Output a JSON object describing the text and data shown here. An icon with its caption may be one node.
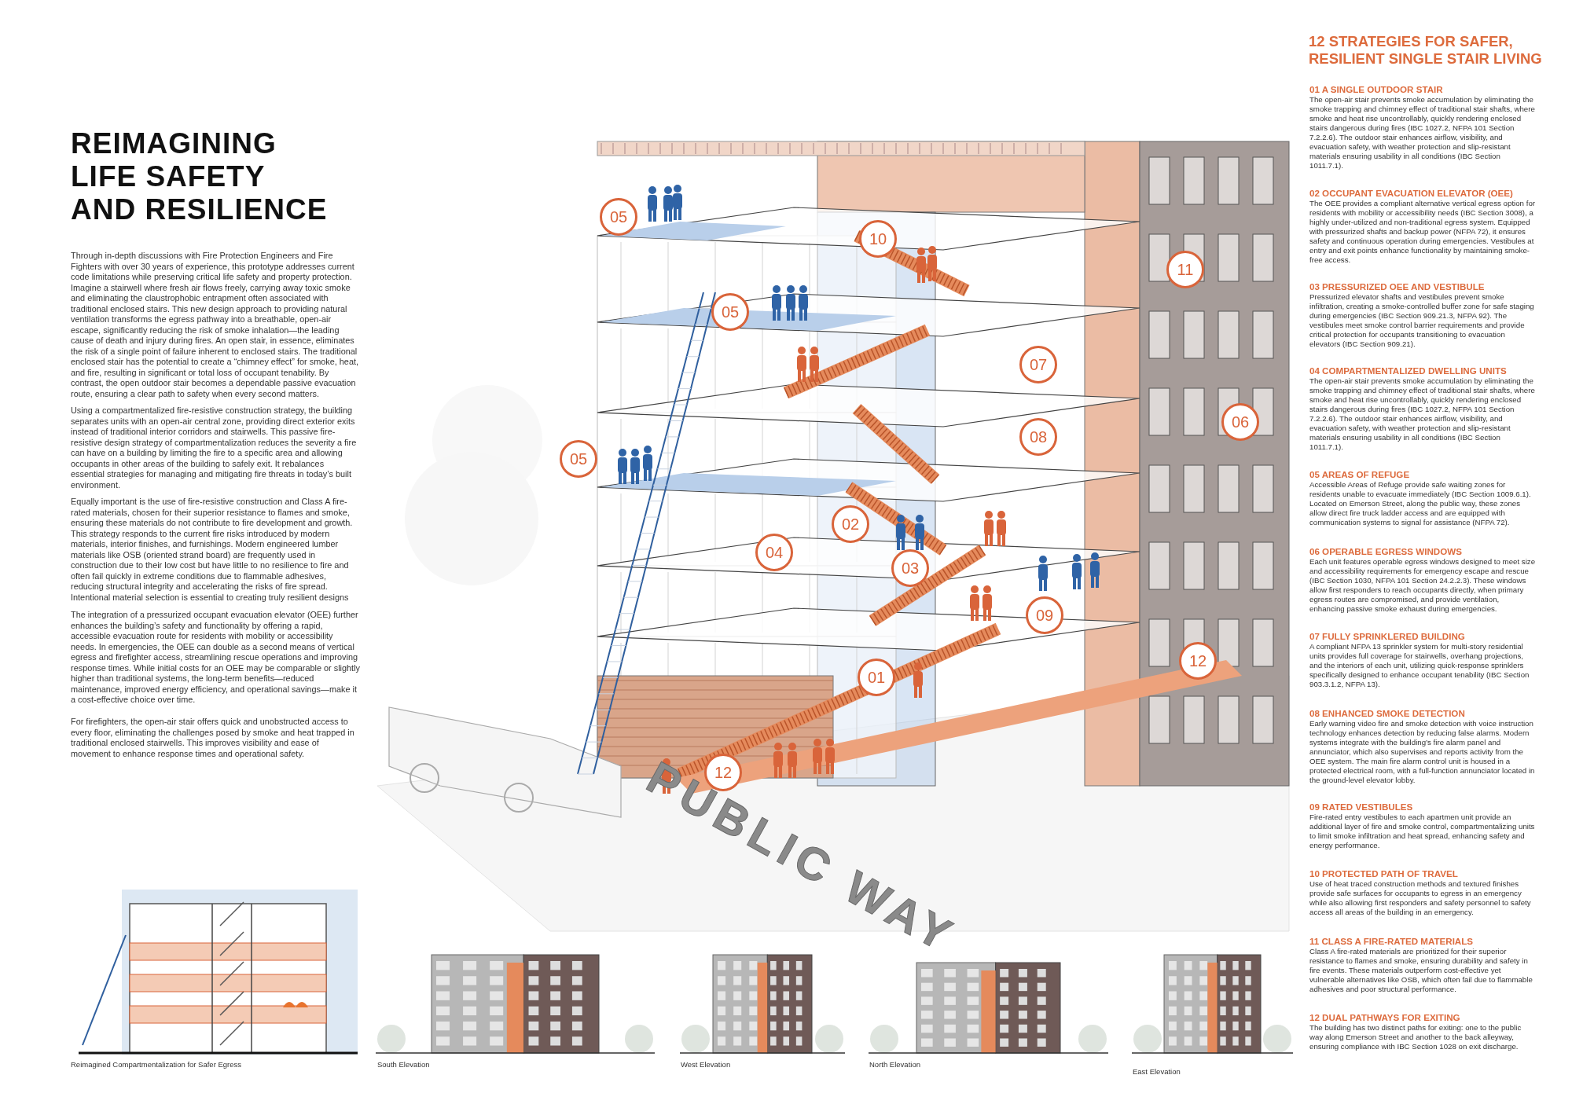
{
  "diagram": {
    "title": "REIMAGINING LIFE SAFETY AND RESILIENCE",
    "nodes": [
      {
        "text": [
          "05"
        ]
      },
      {
        "text": [
          "10"
        ]
      },
      {
        "text": [
          "11"
        ]
      },
      {
        "text": [
          "05"
        ]
      },
      {
        "text": [
          "07"
        ]
      },
      {
        "text": [
          "06"
        ]
      },
      {
        "text": [
          "08"
        ]
      },
      {
        "text": [
          "05"
        ]
      },
      {
        "text": [
          "02"
        ]
      },
      {
        "text": [
          "04"
        ]
      },
      {
        "text": [
          "03"
        ]
      },
      {
        "text": [
          "09"
        ]
      },
      {
        "text": [
          "12"
        ]
      },
      {
        "text": [
          "01"
        ]
      },
      {
        "text": [
          "12"
        ]
      }
    ],
    "edges": [],
    "labels": [
      "Through in-depth discussions with Fire Protection Engineers and Fire Fighters with over 30 years of experience, this prototype addresses current code limitations while preserving critical life safety and property protection. Imagine a stairwell where fresh air flows freely, carrying away toxic smoke and eliminating the claustrophobic entrapment often associated with traditional enclosed stairs. This new design approach to providing natural ventilation transforms the egress pathway into a breathable, open-air escape, significantly reducing the risk of smoke inhalation—the leading cause of death and injury during fires. An open stair, in essence, eliminates the risk of a single point of failure inherent to enclosed stairs. The traditional enclosed stair has the potential to create a “chimney effect” for smoke, heat, and fire, resulting in significant or total loss of occupant tenability. By contrast, the open outdoor stair becomes a dependable passive evacuation route, ensuring a clear path to safety when every second matters.",
      "Using a compartmentalized fire-resistive construction strategy, the building separates units with an open-air central zone, providing direct exterior exits instead of traditional interior corridors and stairwells. This passive fire-resistive design strategy of compartmentalization reduces the severity a fire can have on a building by limiting the fire to a specific area and allowing occupants in other areas of the building to safely exit. It rebalances essential strategies for managing and mitigating fire threats in today’s built environment.",
      "Equally important is the use of fire-resistive construction and Class A fire-rated materials, chosen for their superior resistance to flames and smoke, ensuring these materials do not contribute to fire development and growth. This strategy responds to the current fire risks introduced by modern materials, interior finishes, and furnishings. Modern engineered lumber materials like OSB (oriented strand board) are frequently used in construction due to their low cost but have little to no resilience to fire and often fail quickly in extreme conditions due to flammable adhesives, reducing structural integrity and accelerating the risks of fire spread. Intentional material selection is essential to creating truly resilient designs",
      "The integration of a pressurized occupant evacuation elevator (OEE) further enhances the building’s safety and functionality by offering a rapid, accessible evacuation route for residents with mobility or accessibility needs. In emergencies, the OEE can double as a second means of vertical egress and firefighter access, streamlining rescue operations and improving response times. While initial costs for an OEE may be comparable or slightly higher than traditional systems, the long-term benefits—reduced maintenance, improved energy efficiency, and operational savings—make it a cost-effective choice over time.",
      "For firefighters, the open-air stair offers quick and unobstructed access to every floor, eliminating the challenges posed by smoke and heat trapped in traditional enclosed stairwells. This improves visibility and ease of movement to enhance response times and operational safety.",
      "PUBLIC WAY",
      "Reimagined Compartmentalization for Safer Egress",
      "South Elevation",
      "West Elevation",
      "North Elevation",
      "East Elevation",
      "12 STRATEGIES FOR SAFER, RESILIENT SINGLE STAIR LIVING",
      "01 A SINGLE OUTDOOR STAIR",
      "The open-air stair prevents smoke accumulation by eliminating the smoke trapping and chimney effect of traditional stair shafts, where smoke and heat rise uncontrollably, quickly rendering enclosed stairs dangerous during fires (IBC 1027.2, NFPA 101 Section 7.2.2.6). The outdoor stair enhances airflow, visibility, and evacuation safety, with weather protection and slip-resistant materials ensuring usability in all conditions (IBC Section 1011.7.1).",
      "02 OCCUPANT EVACUATION ELEVATOR (OEE)",
      "The OEE provides a compliant alternative vertical egress option for residents with mobility or accessibility needs (IBC Section 3008), a highly under-utilized and non-traditional egress system. Equipped with pressurized shafts and backup power (NFPA 72), it ensures safety and continuous operation during emergencies. Vestibules at entry and exit points enhance functionality by maintaining smoke-free access.",
      "03 PRESSURIZED OEE AND VESTIBULE",
      "Pressurized elevator shafts and vestibules prevent smoke infiltration, creating a smoke-controlled buffer zone for safe staging during emergencies (IBC Section 909.21.3, NFPA 92). The vestibules meet smoke control barrier requirements and provide critical protection for occupants transitioning to evacuation elevators (IBC Section 909.21).",
      "04 COMPARTMENTALIZED DWELLING UNITS",
      "The open-air stair prevents smoke accumulation by eliminating the smoke trapping and chimney effect of traditional stair shafts, where smoke and heat rise uncontrollably, quickly rendering enclosed stairs dangerous during fires (IBC 1027.2, NFPA 101 Section 7.2.2.6). The outdoor stair enhances airflow, visibility, and evacuation safety, with weather protection and slip-resistant materials ensuring usability in all conditions (IBC Section 1011.7.1).",
      "05 AREAS OF REFUGE",
      "Accessible Areas of Refuge provide safe waiting zones for residents unable to evacuate immediately (IBC Section 1009.6.1). Located on Emerson Street, along the public way, these zones allow direct fire truck ladder access and are equipped with communication systems to signal for assistance (NFPA 72).",
      "06 OPERABLE EGRESS WINDOWS",
      "Each unit features operable egress windows designed to meet size and accessibility requirements for emergency escape and rescue (IBC Section 1030, NFPA 101 Section 24.2.2.3). These windows allow first responders to reach occupants directly, when primary egress routes are compromised, and provide ventilation, enhancing passive smoke exhaust during emergencies.",
      "07 FULLY SPRINKLERED BUILDING",
      "A compliant NFPA 13 sprinkler system for multi-story residential units provides full coverage for stairwells, overhang projections, and the interiors of each unit, utilizing quick-response sprinklers specifically designed to enhance occupant tenability (IBC Section 903.3.1.2, NFPA 13).",
      "08 ENHANCED SMOKE DETECTION",
      "Early warning video fire and smoke detection with voice instruction technology enhances detection by reducing false alarms. Modern systems integrate with the building’s fire alarm panel and annunciator, which also supervises and reports activity from the OEE system. The main fire alarm control unit is housed in a protected electrical room, with a full-function annunciator located in the ground-level elevator lobby.",
      "09 RATED VESTIBULES",
      "Fire-rated entry vestibules to each apartmen unit provide an additional layer of fire and smoke control, compartmentalizing units to limit smoke infiltration and heat spread, enhancing safety and energy performance.",
      "10 PROTECTED PATH OF TRAVEL",
      "Use of heat traced construction methods and textured finishes provide safe surfaces for occupants to egress in an emergency while also allowing first responders and safety personnel to safety access all areas of the building in an emergency.",
      "11 CLASS A FIRE-RATED MATERIALS",
      "Class A fire-rated materials are prioritized for their superior resistance to flames and smoke, ensuring durability and safety in fire events. These materials outperform cost-effective yet vulnerable alternatives like OSB, which often fail due to flammable adhesives and poor structural performance.",
      "12 DUAL PATHWAYS FOR EXITING",
      "The building has two distinct paths for exiting: one to the public way along Emerson Street and another to the back alleyway, ensuring compliance with IBC Section 1028 on exit discharge."
    ]
  }
}
